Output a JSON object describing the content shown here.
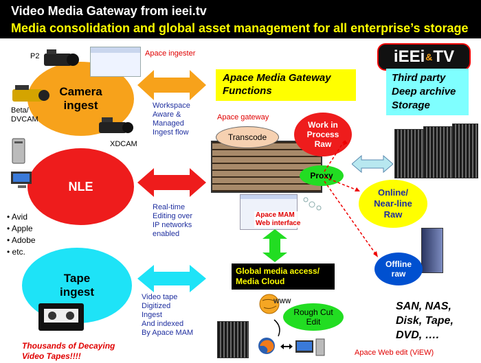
{
  "header": {
    "line1": "Video Media Gateway  from ieei.tv",
    "line2": "Media consolidation and global asset management for all enterprise’s storage"
  },
  "logo": {
    "text": "iEEi",
    "amp": "&",
    "tv": "TV"
  },
  "camera": {
    "label_l1": "Camera",
    "label_l2": "ingest",
    "p2": "P2",
    "beta_l1": "Beta/",
    "beta_l2": "DVCAM",
    "xdcam": "XDCAM",
    "ingester": "Apace ingester"
  },
  "nle": {
    "label": "NLE",
    "apps": [
      "• Avid",
      "• Apple",
      "• Adobe",
      "• etc."
    ]
  },
  "tape": {
    "label_l1": "Tape",
    "label_l2": "ingest",
    "decaying_l1": "Thousands of Decaying",
    "decaying_l2": "Video Tapes!!!!"
  },
  "notes": {
    "workspace": [
      "Workspace",
      "Aware &",
      "Managed",
      "Ingest flow"
    ],
    "realtime": [
      "Real-time",
      "Editing over",
      "IP networks",
      "enabled"
    ],
    "videotape": [
      "Video tape",
      "Digitized",
      "Ingest",
      "And indexed",
      "By Apace MAM"
    ]
  },
  "functions": {
    "l1": "Apace Media Gateway",
    "l2": "Functions"
  },
  "third_party": [
    "Third party",
    "Deep archive",
    "Storage"
  ],
  "gateway": {
    "label": "Apace gateway",
    "transcode": "Transcode",
    "wip": [
      "Work in",
      "Process",
      "Raw"
    ],
    "proxy": "Proxy",
    "mam": [
      "Apace MAM",
      "Web interface"
    ]
  },
  "online": [
    "Online/",
    "Near-line",
    "Raw"
  ],
  "offline": [
    "Offline",
    "raw"
  ],
  "global": [
    "Global media access/",
    "Media Cloud"
  ],
  "roughcut": [
    "Rough Cut",
    "Edit"
  ],
  "www": "WWW",
  "storage": [
    "SAN, NAS,",
    "Disk, Tape,",
    "DVD, …."
  ],
  "webedit": "Apace Web edit (ViEW)",
  "colors": {
    "orange": "#f7a21b",
    "red": "#ee1c1c",
    "cyan": "#1ee3f7",
    "yellow": "#ffff00",
    "green": "#22dd22",
    "navy": "#1f2f9f",
    "lightcyan": "#7fffff",
    "peach": "#f6d1b1"
  }
}
